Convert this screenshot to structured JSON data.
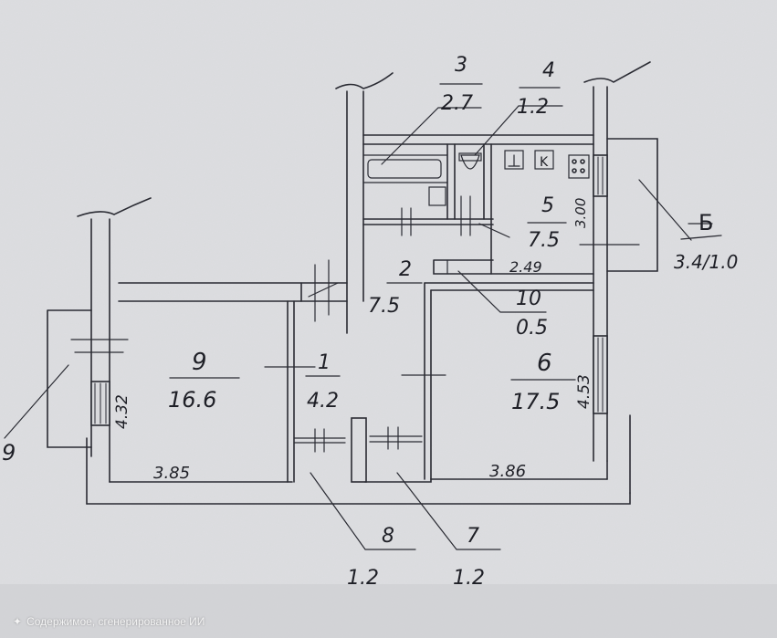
{
  "rooms": [
    {
      "id": "room-1",
      "number": "1",
      "area": "4.2"
    },
    {
      "id": "room-2",
      "number": "2",
      "area": "7.5"
    },
    {
      "id": "room-3",
      "number": "3",
      "area": "2.7"
    },
    {
      "id": "room-4",
      "number": "4",
      "area": "1.2"
    },
    {
      "id": "room-5",
      "number": "5",
      "area": "7.5"
    },
    {
      "id": "room-6",
      "number": "6",
      "area": "17.5"
    },
    {
      "id": "room-7",
      "number": "7",
      "area": "1.2"
    },
    {
      "id": "room-8",
      "number": "8",
      "area": "1.2"
    },
    {
      "id": "room-9",
      "number": "9",
      "area": "16.6"
    },
    {
      "id": "room-10",
      "number": "10",
      "area": "0.5"
    },
    {
      "id": "balcony-b",
      "number": "Б",
      "area": "3.4/1.0"
    }
  ],
  "dimensions": {
    "room9_width": "3.85",
    "room9_depth": "4.32",
    "room6_width": "3.86",
    "room6_depth": "4.53",
    "room5_width": "2.49",
    "room5_depth": "3.00"
  },
  "left_balcony_label": "9",
  "stove_label": "K",
  "footer": {
    "icon": "sparkle-icon",
    "text": "Содержимое, сгенерированное ИИ"
  }
}
